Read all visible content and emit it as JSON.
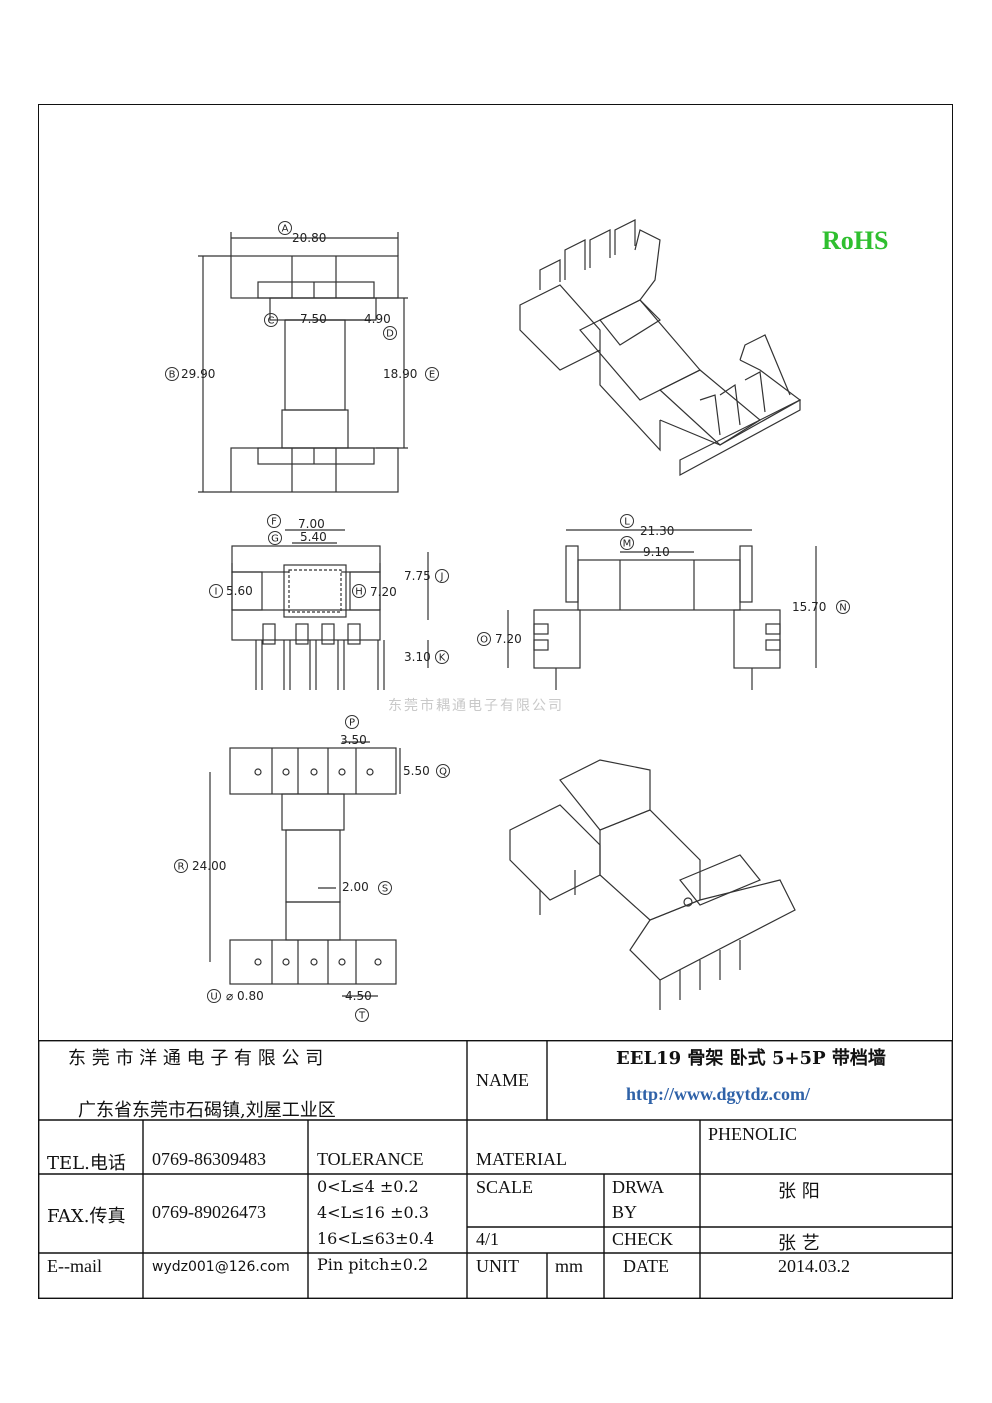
{
  "rohs": "RoHS",
  "watermark": "东莞市耦通电子有限公司",
  "dimensions": {
    "A": "20.80",
    "B": "29.90",
    "C": "7.50",
    "D": "4.90",
    "E": "18.90",
    "F": "7.00",
    "G": "5.40",
    "H": "7.20",
    "I": "5.60",
    "J": "7.75",
    "K": "3.10",
    "L": "21.30",
    "M": "9.10",
    "N": "15.70",
    "O": "7.20",
    "P": "3.50",
    "Q": "5.50",
    "R": "24.00",
    "S": "2.00",
    "T": "4.50",
    "U": "0.80"
  },
  "dim_letters": [
    "A",
    "B",
    "C",
    "D",
    "E",
    "F",
    "G",
    "H",
    "I",
    "J",
    "K",
    "L",
    "M",
    "N",
    "O",
    "P",
    "Q",
    "R",
    "S",
    "T",
    "U"
  ],
  "title_block": {
    "company": "东 莞 市 洋 通 电 子 有 限 公 司",
    "address": "广东省东莞市石碣镇,刘屋工业区",
    "name_label": "NAME",
    "product": "EEL19 骨架  卧式 5+5P  带档墙",
    "website": "http://www.dgytdz.com/",
    "tel_label": "TEL.电话",
    "tel": "0769-86309483",
    "fax_label": "FAX.传真",
    "fax": "0769-89026473",
    "email_label": "E--mail",
    "email": "wydz001@126.com",
    "tolerance_label": "TOLERANCE",
    "tolerances": [
      "0<L≤4   ±0.2",
      "4<L≤16  ±0.3",
      "16<L≤63±0.4",
      "Pin pitch±0.2"
    ],
    "material_label": "MATERIAL",
    "material": "PHENOLIC",
    "scale_label": "SCALE",
    "scale": "4/1",
    "drawn_label_1": "DRWA",
    "drawn_label_2": "BY",
    "drawn_by": "张  阳",
    "check_label": "CHECK",
    "checked_by": "张  艺",
    "unit_label": "UNIT",
    "unit": "mm",
    "date_label": "DATE",
    "date": "2014.03.2"
  }
}
